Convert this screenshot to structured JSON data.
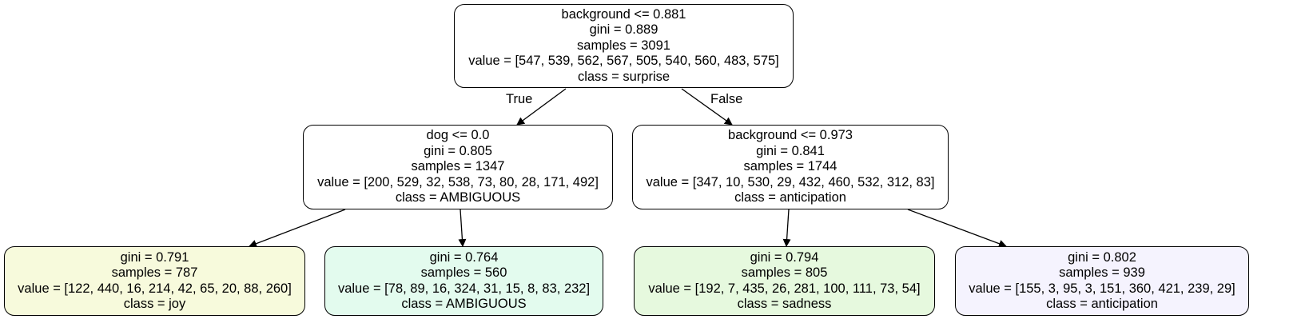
{
  "tree": {
    "root": {
      "condition": "background <= 0.881",
      "gini": "gini = 0.889",
      "samples": "samples = 3091",
      "value": "value = [547, 539, 562, 567, 505, 540, 560, 483, 575]",
      "class": "class = surprise",
      "fill": "#ffffff"
    },
    "left": {
      "condition": "dog <= 0.0",
      "gini": "gini = 0.805",
      "samples": "samples = 1347",
      "value": "value = [200, 529, 32, 538, 73, 80, 28, 171, 492]",
      "class": "class = AMBIGUOUS",
      "fill": "#ffffff"
    },
    "right": {
      "condition": "background <= 0.973",
      "gini": "gini = 0.841",
      "samples": "samples = 1744",
      "value": "value = [347, 10, 530, 29, 432, 460, 532, 312, 83]",
      "class": "class = anticipation",
      "fill": "#ffffff"
    },
    "left_left": {
      "gini": "gini = 0.791",
      "samples": "samples = 787",
      "value": "value = [122, 440, 16, 214, 42, 65, 20, 88, 260]",
      "class": "class = joy",
      "fill": "#f7fadc"
    },
    "left_right": {
      "gini": "gini = 0.764",
      "samples": "samples = 560",
      "value": "value = [78, 89, 16, 324, 31, 15, 8, 83, 232]",
      "class": "class = AMBIGUOUS",
      "fill": "#e3fbee"
    },
    "right_left": {
      "gini": "gini = 0.794",
      "samples": "samples = 805",
      "value": "value = [192, 7, 435, 26, 281, 100, 111, 73, 54]",
      "class": "class = sadness",
      "fill": "#e6f9de"
    },
    "right_right": {
      "gini": "gini = 0.802",
      "samples": "samples = 939",
      "value": "value = [155, 3, 95, 3, 151, 360, 421, 239, 29]",
      "class": "class = anticipation",
      "fill": "#f5f3fe"
    }
  },
  "edge_labels": {
    "true": "True",
    "false": "False"
  },
  "colors": {
    "edge": "#000000",
    "border": "#000000"
  }
}
